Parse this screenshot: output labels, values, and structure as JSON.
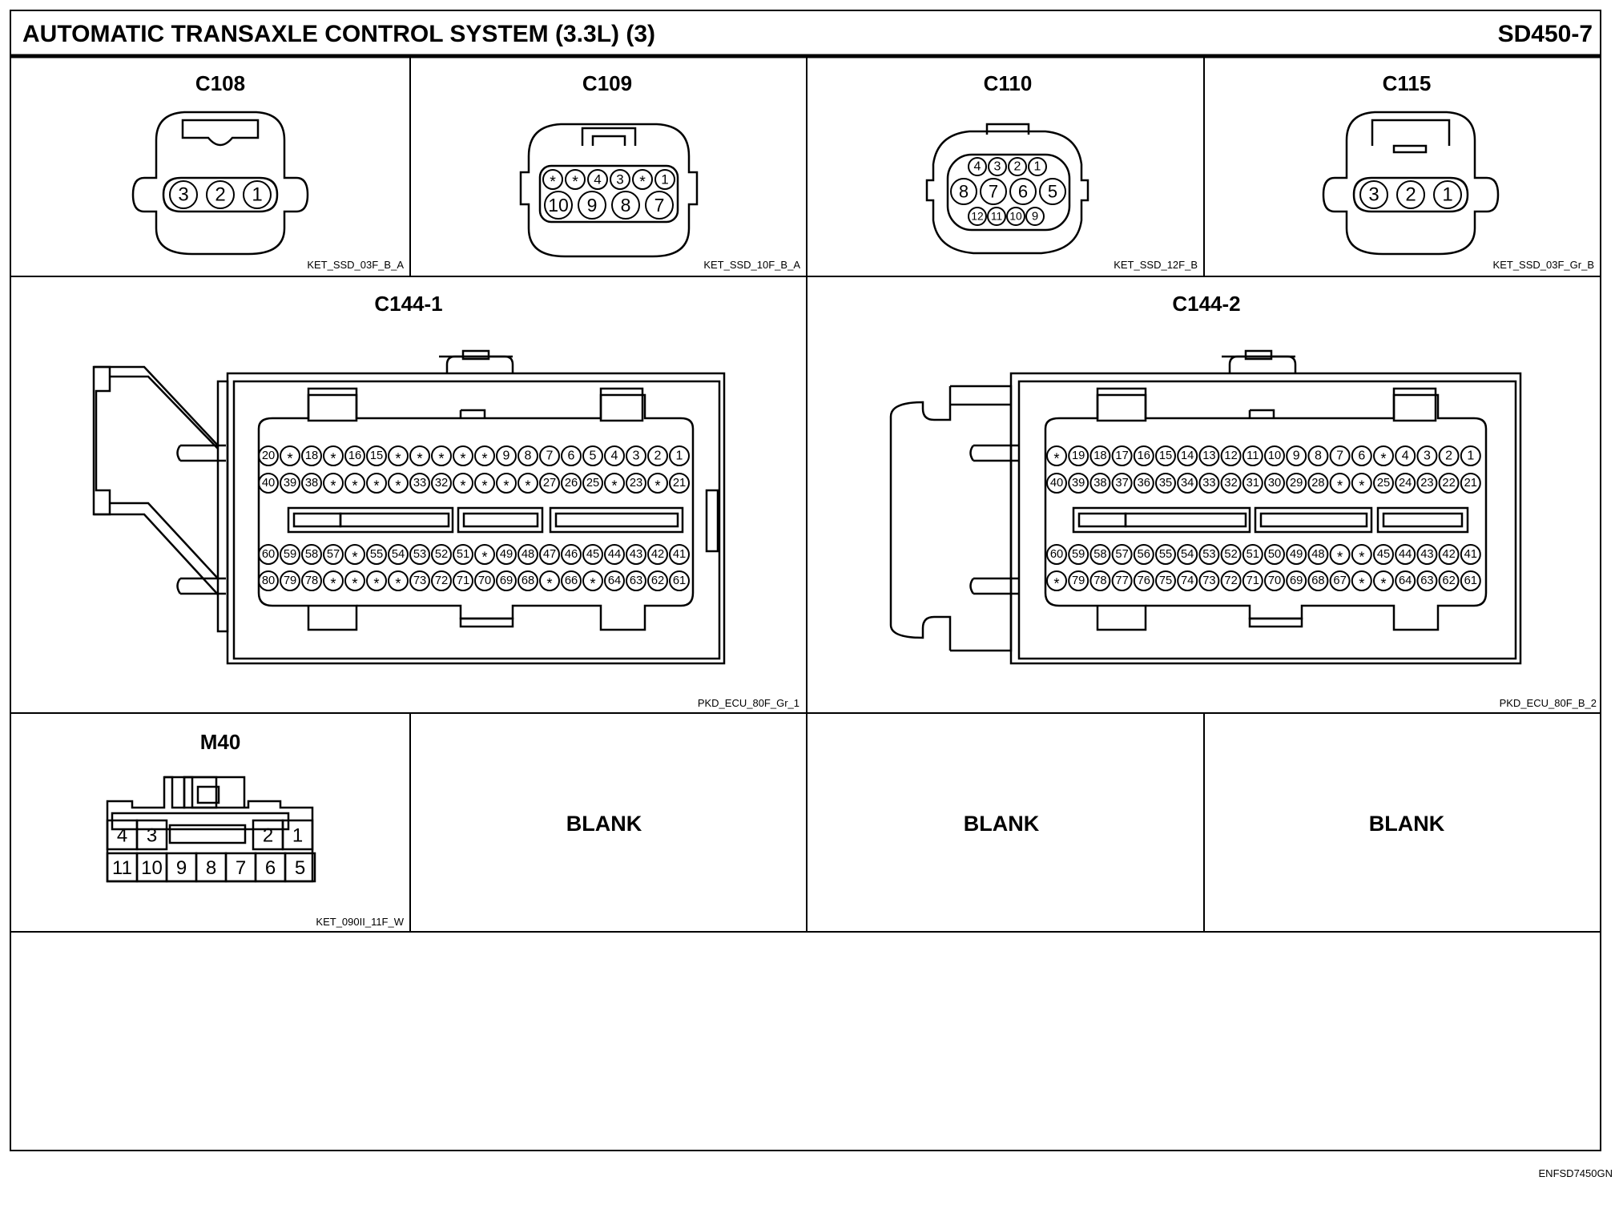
{
  "header": {
    "title": "AUTOMATIC TRANSAXLE CONTROL SYSTEM (3.3L) (3)",
    "page_id": "SD450-7"
  },
  "connectors": {
    "c108": {
      "label": "C108",
      "code": "KET_SSD_03F_B_A",
      "pins": [
        "3",
        "2",
        "1"
      ]
    },
    "c109": {
      "label": "C109",
      "code": "KET_SSD_10F_B_A",
      "rows": [
        [
          "*",
          "*",
          "4",
          "3",
          "*",
          "1"
        ],
        [
          "10",
          "9",
          "8",
          "7"
        ]
      ]
    },
    "c110": {
      "label": "C110",
      "code": "KET_SSD_12F_B",
      "rows": [
        [
          "4",
          "3",
          "2",
          "1"
        ],
        [
          "8",
          "7",
          "6",
          "5"
        ],
        [
          "12",
          "11",
          "10",
          "9"
        ]
      ]
    },
    "c115": {
      "label": "C115",
      "code": "KET_SSD_03F_Gr_B",
      "pins": [
        "3",
        "2",
        "1"
      ]
    },
    "c144_1": {
      "label": "C144-1",
      "code": "PKD_ECU_80F_Gr_1",
      "rows": [
        [
          "20",
          "*",
          "18",
          "*",
          "16",
          "15",
          "*",
          "*",
          "*",
          "*",
          "*",
          "9",
          "8",
          "7",
          "6",
          "5",
          "4",
          "3",
          "2",
          "1"
        ],
        [
          "40",
          "39",
          "38",
          "*",
          "*",
          "*",
          "*",
          "33",
          "32",
          "*",
          "*",
          "*",
          "*",
          "27",
          "26",
          "25",
          "*",
          "23",
          "*",
          "21"
        ],
        [
          "60",
          "59",
          "58",
          "57",
          "*",
          "55",
          "54",
          "53",
          "52",
          "51",
          "*",
          "49",
          "48",
          "47",
          "46",
          "45",
          "44",
          "43",
          "42",
          "41"
        ],
        [
          "80",
          "79",
          "78",
          "*",
          "*",
          "*",
          "*",
          "73",
          "72",
          "71",
          "70",
          "69",
          "68",
          "*",
          "66",
          "*",
          "64",
          "63",
          "62",
          "61"
        ]
      ]
    },
    "c144_2": {
      "label": "C144-2",
      "code": "PKD_ECU_80F_B_2",
      "rows": [
        [
          "*",
          "19",
          "18",
          "17",
          "16",
          "15",
          "14",
          "13",
          "12",
          "11",
          "10",
          "9",
          "8",
          "7",
          "6",
          "*",
          "4",
          "3",
          "2",
          "1"
        ],
        [
          "40",
          "39",
          "38",
          "37",
          "36",
          "35",
          "34",
          "33",
          "32",
          "31",
          "30",
          "29",
          "28",
          "*",
          "*",
          "25",
          "24",
          "23",
          "22",
          "21"
        ],
        [
          "60",
          "59",
          "58",
          "57",
          "56",
          "55",
          "54",
          "53",
          "52",
          "51",
          "50",
          "49",
          "48",
          "*",
          "*",
          "45",
          "44",
          "43",
          "42",
          "41"
        ],
        [
          "*",
          "79",
          "78",
          "77",
          "76",
          "75",
          "74",
          "73",
          "72",
          "71",
          "70",
          "69",
          "68",
          "67",
          "*",
          "*",
          "64",
          "63",
          "62",
          "61"
        ]
      ]
    },
    "m40": {
      "label": "M40",
      "code": "KET_090II_11F_W",
      "top_left": [
        "4",
        "3"
      ],
      "top_right": [
        "2",
        "1"
      ],
      "bottom": [
        "11",
        "10",
        "9",
        "8",
        "7",
        "6",
        "5"
      ]
    }
  },
  "blanks": {
    "blank1": "BLANK",
    "blank2": "BLANK",
    "blank3": "BLANK"
  },
  "footer": {
    "doc_code": "ENFSD7450GN"
  }
}
